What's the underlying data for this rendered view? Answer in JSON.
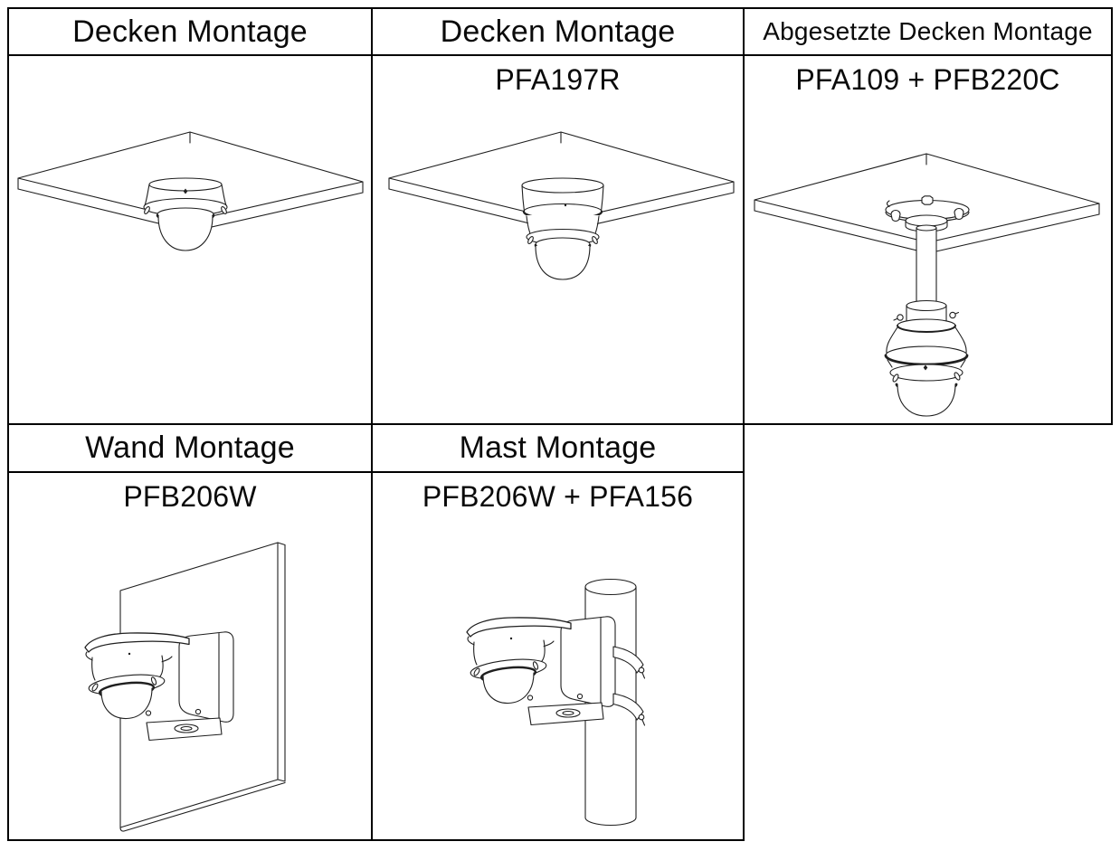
{
  "page": {
    "background": "#ffffff",
    "border_color": "#000000",
    "line_color": "#1f1f1f"
  },
  "cells": [
    {
      "header": "Decken Montage",
      "subtitle": "",
      "drawing": "ceiling-panel-with-mini-dome-camera"
    },
    {
      "header": "Decken Montage",
      "subtitle": "PFA197R",
      "drawing": "ceiling-panel-with-adapter-ring-dome-camera"
    },
    {
      "header": "Abgesetzte Decken Montage",
      "subtitle": "PFA109 + PFB220C",
      "drawing": "ceiling-pendant-pole-with-dome-camera"
    },
    {
      "header": "Wand Montage",
      "subtitle": "PFB206W",
      "drawing": "wall-bracket-with-dome-camera"
    },
    {
      "header": "Mast Montage",
      "subtitle": "PFB206W + PFA156",
      "drawing": "pole-strap-bracket-with-dome-camera"
    }
  ]
}
